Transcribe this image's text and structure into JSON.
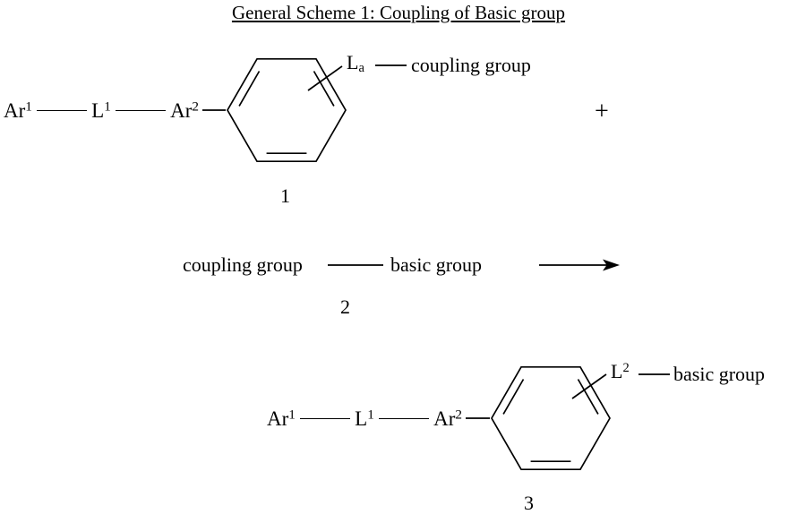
{
  "title": "General Scheme 1: Coupling of Basic group",
  "compound1": {
    "ar1": "Ar",
    "ar1_sup": "1",
    "l1": "L",
    "l1_sup": "1",
    "ar2": "Ar",
    "ar2_sup": "2",
    "substituent": {
      "base": "L",
      "sub": "a",
      "group": "coupling group"
    },
    "number": "1"
  },
  "plus_sign": "+",
  "compound2": {
    "left_group": "coupling group",
    "right_group": "basic group",
    "number": "2"
  },
  "compound3": {
    "ar1": "Ar",
    "ar1_sup": "1",
    "l1": "L",
    "l1_sup": "1",
    "ar2": "Ar",
    "ar2_sup": "2",
    "substituent": {
      "base": "L",
      "sup": "2",
      "group": "basic group"
    },
    "number": "3"
  }
}
